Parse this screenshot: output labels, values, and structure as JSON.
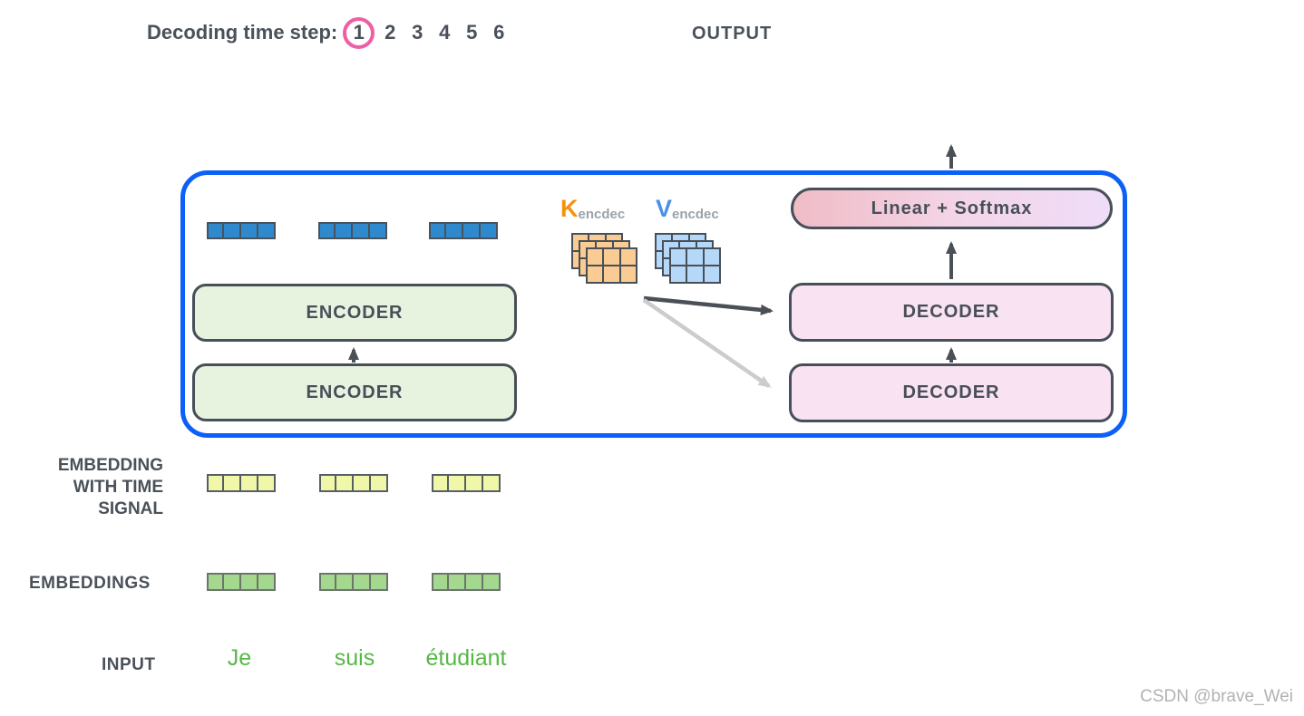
{
  "header": {
    "decoding_label": "Decoding time step:",
    "steps": [
      "1",
      "2",
      "3",
      "4",
      "5",
      "6"
    ],
    "active_step": "1",
    "output_label": "OUTPUT"
  },
  "blocks": {
    "encoder_top": "ENCODER",
    "encoder_bottom": "ENCODER",
    "decoder_top": "DECODER",
    "decoder_bottom": "DECODER",
    "linear_softmax": "Linear + Softmax"
  },
  "attention_vectors": {
    "k": "K",
    "k_sub": "encdec",
    "v": "V",
    "v_sub": "encdec"
  },
  "row_labels": {
    "embedding_time_line1": "EMBEDDING",
    "embedding_time_line2": "WITH TIME",
    "embedding_time_line3": "SIGNAL",
    "embeddings": "EMBEDDINGS",
    "input": "INPUT"
  },
  "input_words": [
    "Je",
    "suis",
    "étudiant"
  ],
  "watermark": "CSDN @brave_Wei",
  "colors": {
    "container_border": "#0c5ff7",
    "encoder_fill": "#e8f3df",
    "decoder_fill": "#f9e2f1",
    "linear_gradient_left": "#f0bcc6",
    "linear_gradient_right": "#efddf8",
    "k_letter": "#f5920d",
    "v_letter": "#4a90e8",
    "input_embedding_cell": "#2f8acd",
    "time_signal_cell": "#f0f7a9",
    "embedding_cell": "#a4d88e",
    "k_matrix_cell": "#facb92",
    "v_matrix_cell": "#b5d8f8",
    "active_step_ring": "#ee5fa4",
    "dark_text": "#474f58",
    "input_word_green": "#56b845",
    "arrow_dark": "#4a5056",
    "arrow_light": "#cccccc"
  }
}
